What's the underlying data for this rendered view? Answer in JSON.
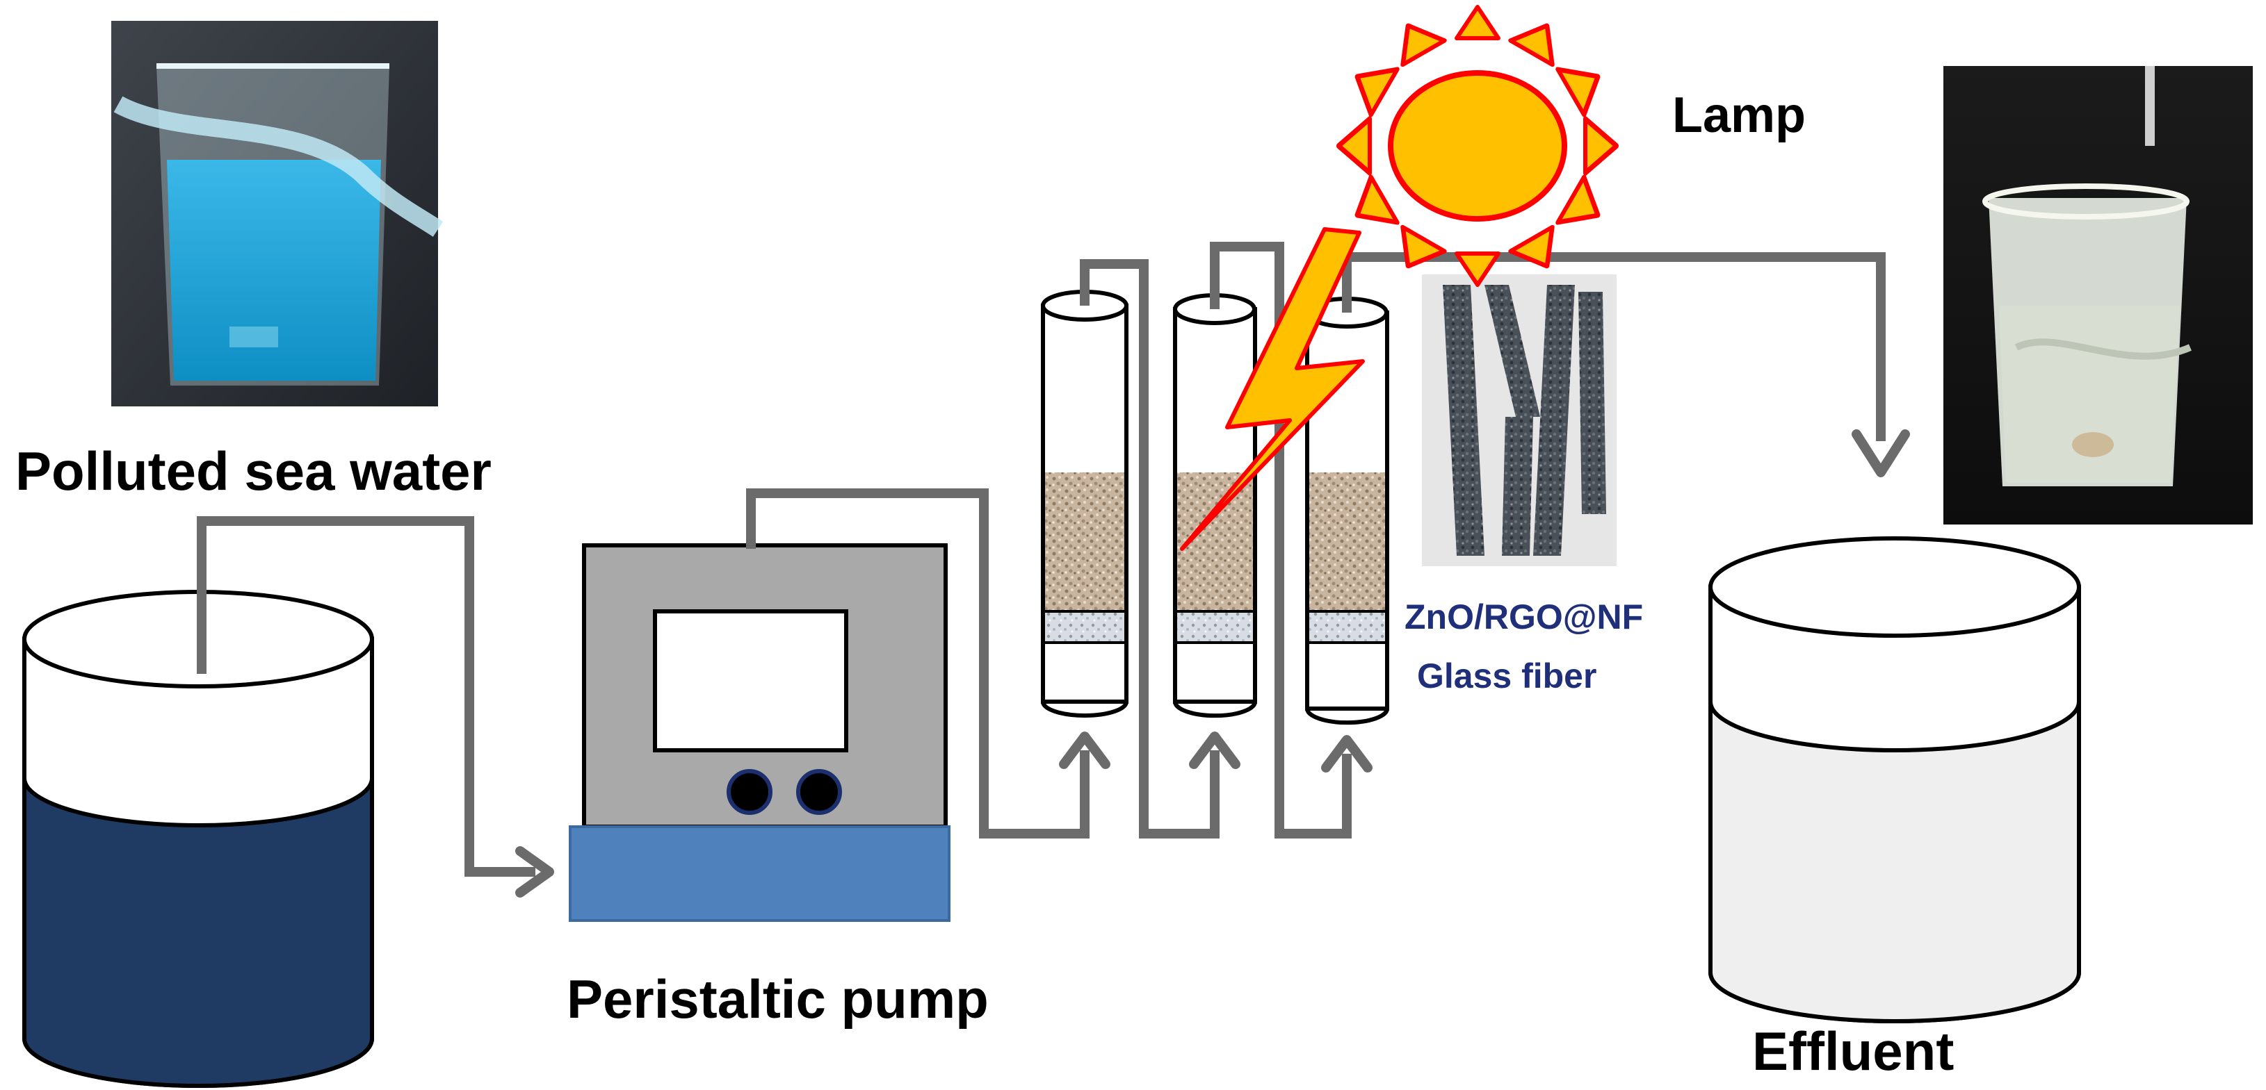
{
  "labels": {
    "polluted": "Polluted sea water",
    "pump": "Peristaltic pump",
    "lamp": "Lamp",
    "catalyst": "ZnO/RGO@NF",
    "glass_fiber": "Glass fiber",
    "effluent": "Effluent"
  },
  "colors": {
    "pipe": "#6b6b6b",
    "polluted_water": "#1f3b63",
    "pump_body": "#a9a9a9",
    "pump_base": "#4f81bd",
    "sun_fill": "#ffc000",
    "sun_stroke": "#ff0000",
    "label_blue": "#1f2f7a",
    "effluent_water": "#efefef"
  }
}
